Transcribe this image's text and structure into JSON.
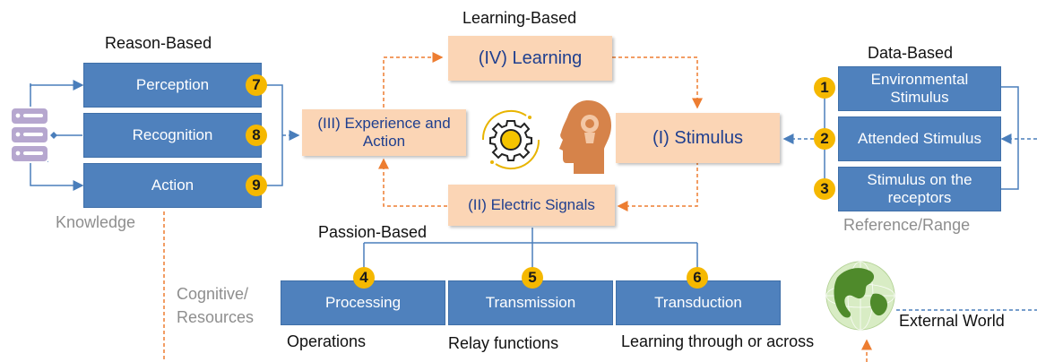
{
  "headings": {
    "learning": "Learning-Based",
    "reason": "Reason-Based",
    "data": "Data-Based",
    "passion": "Passion-Based"
  },
  "reason_boxes": [
    {
      "label": "Perception",
      "num": "7"
    },
    {
      "label": "Recognition",
      "num": "8"
    },
    {
      "label": "Action",
      "num": "9"
    }
  ],
  "knowledge_label": "Knowledge",
  "cycle": {
    "learning": "(IV) Learning",
    "experience": "(III) Experience and Action",
    "stimulus": "(I) Stimulus",
    "signals": "(II) Electric Signals"
  },
  "data_boxes": [
    {
      "label": "Environmental Stimulus",
      "num": "1"
    },
    {
      "label": "Attended Stimulus",
      "num": "2"
    },
    {
      "label": "Stimulus on the receptors",
      "num": "3"
    }
  ],
  "reference_label": "Reference/Range",
  "cognitive_label_1": "Cognitive/",
  "cognitive_label_2": "Resources",
  "passion_boxes": [
    {
      "label": "Processing",
      "num": "4",
      "caption": "Operations"
    },
    {
      "label": "Transmission",
      "num": "5",
      "caption": "Relay functions"
    },
    {
      "label": "Transduction",
      "num": "6",
      "caption": "Learning through or across"
    }
  ],
  "external_world": "External World",
  "colors": {
    "blue_box": "#4f81bd",
    "orange_box": "#fbd5b5",
    "badge": "#f5b800",
    "orange_arrow": "#ed7d31",
    "blue_line": "#4a7ebb"
  },
  "icons": [
    "database-icon",
    "gear-icon",
    "head-icon",
    "globe-icon"
  ]
}
